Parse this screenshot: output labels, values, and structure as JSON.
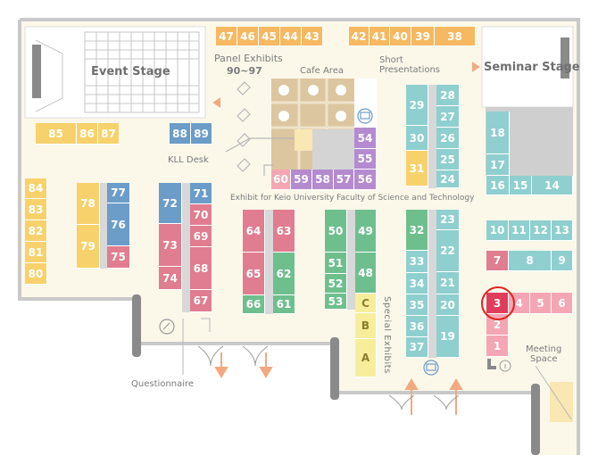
{
  "labels": {
    "event_stage": "Event Stage",
    "seminar_stage": "Seminar Stage",
    "panel_exhibits": "Panel Exhibits",
    "panel_range": "90~97",
    "cafe_area": "Cafe Area",
    "short_presentations_1": "Short",
    "short_presentations_2": "Presentations",
    "kll_desk": "KLL Desk",
    "faculty_exhibit": "Exhibit for Keio University Faculty of Science and Technology",
    "special_exhibits": "Special Exhibits",
    "questionnaire": "Questionnaire",
    "meeting_1": "Meeting",
    "meeting_2": "Space"
  },
  "highlighted_booth": "3",
  "colors": {
    "yellow": "#f7d26c",
    "orange": "#f6b860",
    "blue": "#6c9cc8",
    "pink": "#e07d90",
    "teal": "#8fcfcf",
    "green": "#6fbf8e",
    "purple": "#b58bcf",
    "pale_yellow": "#f7ee9b",
    "light_pink": "#f5a6b4",
    "red": "#e03d5c",
    "floor": "#fbf8ea",
    "wall": "#c9c9c9"
  },
  "icons": [
    "table-icon",
    "presentation-icon",
    "info-icon",
    "entrance-arrow-icon",
    "questionnaire-icon"
  ],
  "booths": [
    {
      "id": "47",
      "color": "orange",
      "area": [
        242,
        30,
        24,
        22
      ]
    },
    {
      "id": "46",
      "color": "orange",
      "area": [
        266,
        30,
        24,
        22
      ]
    },
    {
      "id": "45",
      "color": "orange",
      "area": [
        290,
        30,
        24,
        22
      ]
    },
    {
      "id": "44",
      "color": "orange",
      "area": [
        314,
        30,
        24,
        22
      ]
    },
    {
      "id": "43",
      "color": "orange",
      "area": [
        338,
        30,
        24,
        22
      ]
    },
    {
      "id": "42",
      "color": "orange",
      "area": [
        391,
        30,
        23,
        22
      ]
    },
    {
      "id": "41",
      "color": "orange",
      "area": [
        414,
        30,
        23,
        22
      ]
    },
    {
      "id": "40",
      "color": "orange",
      "area": [
        437,
        30,
        24,
        22
      ]
    },
    {
      "id": "39",
      "color": "orange",
      "area": [
        461,
        30,
        26,
        22
      ]
    },
    {
      "id": "38",
      "color": "orange",
      "area": [
        487,
        30,
        46,
        22
      ]
    },
    {
      "id": "85",
      "color": "yellow",
      "area": [
        40,
        138,
        46,
        24
      ]
    },
    {
      "id": "86",
      "color": "yellow",
      "area": [
        86,
        138,
        24,
        24
      ]
    },
    {
      "id": "87",
      "color": "yellow",
      "area": [
        110,
        138,
        24,
        24
      ]
    },
    {
      "id": "88",
      "color": "blue",
      "area": [
        190,
        138,
        24,
        24
      ]
    },
    {
      "id": "89",
      "color": "blue",
      "area": [
        214,
        138,
        24,
        24
      ]
    },
    {
      "id": "84",
      "color": "yellow",
      "area": [
        28,
        200,
        25,
        23
      ]
    },
    {
      "id": "83",
      "color": "yellow",
      "area": [
        28,
        223,
        25,
        24
      ]
    },
    {
      "id": "82",
      "color": "yellow",
      "area": [
        28,
        247,
        25,
        24
      ]
    },
    {
      "id": "81",
      "color": "yellow",
      "area": [
        28,
        271,
        25,
        24
      ]
    },
    {
      "id": "80",
      "color": "yellow",
      "area": [
        28,
        295,
        25,
        24
      ]
    },
    {
      "id": "78",
      "color": "yellow",
      "area": [
        86,
        205,
        26,
        47
      ]
    },
    {
      "id": "79",
      "color": "yellow",
      "area": [
        86,
        252,
        26,
        49
      ]
    },
    {
      "id": "77",
      "color": "blue",
      "area": [
        120,
        205,
        26,
        23
      ]
    },
    {
      "id": "76",
      "color": "blue",
      "area": [
        120,
        228,
        26,
        48
      ]
    },
    {
      "id": "75",
      "color": "pink",
      "area": [
        120,
        276,
        26,
        25
      ]
    },
    {
      "id": "72",
      "color": "blue",
      "area": [
        178,
        205,
        26,
        46
      ]
    },
    {
      "id": "73",
      "color": "pink",
      "area": [
        178,
        251,
        26,
        48
      ]
    },
    {
      "id": "74",
      "color": "pink",
      "area": [
        178,
        299,
        26,
        26
      ]
    },
    {
      "id": "71",
      "color": "blue",
      "area": [
        213,
        205,
        25,
        24
      ]
    },
    {
      "id": "70",
      "color": "pink",
      "area": [
        213,
        229,
        25,
        24
      ]
    },
    {
      "id": "69",
      "color": "pink",
      "area": [
        213,
        253,
        25,
        24
      ]
    },
    {
      "id": "68",
      "color": "pink",
      "area": [
        213,
        277,
        25,
        48
      ]
    },
    {
      "id": "67",
      "color": "pink",
      "area": [
        213,
        325,
        25,
        25
      ]
    },
    {
      "id": "64",
      "color": "pink",
      "area": [
        272,
        235,
        25,
        48
      ]
    },
    {
      "id": "65",
      "color": "pink",
      "area": [
        272,
        283,
        25,
        48
      ]
    },
    {
      "id": "66",
      "color": "green",
      "area": [
        272,
        331,
        25,
        21
      ]
    },
    {
      "id": "63",
      "color": "pink",
      "area": [
        306,
        235,
        25,
        48
      ]
    },
    {
      "id": "62",
      "color": "green",
      "area": [
        306,
        283,
        25,
        48
      ]
    },
    {
      "id": "61",
      "color": "green",
      "area": [
        306,
        331,
        25,
        21
      ]
    },
    {
      "id": "50",
      "color": "green",
      "area": [
        364,
        235,
        25,
        48
      ]
    },
    {
      "id": "51",
      "color": "green",
      "area": [
        364,
        283,
        25,
        24
      ]
    },
    {
      "id": "52",
      "color": "green",
      "area": [
        364,
        307,
        25,
        22
      ]
    },
    {
      "id": "53",
      "color": "green",
      "area": [
        364,
        329,
        25,
        18
      ]
    },
    {
      "id": "49",
      "color": "green",
      "area": [
        398,
        235,
        24,
        48
      ]
    },
    {
      "id": "48",
      "color": "green",
      "area": [
        398,
        283,
        24,
        46
      ]
    },
    {
      "id": "C",
      "color": "pale_yellow",
      "area": [
        398,
        329,
        24,
        22
      ],
      "letter": true
    },
    {
      "id": "B",
      "color": "pale_yellow",
      "area": [
        398,
        351,
        24,
        29
      ],
      "letter": true
    },
    {
      "id": "A",
      "color": "pale_yellow",
      "area": [
        398,
        380,
        24,
        43
      ],
      "letter": true
    },
    {
      "id": "60",
      "color": "light_pink",
      "area": [
        304,
        190,
        22,
        23
      ]
    },
    {
      "id": "59",
      "color": "purple",
      "area": [
        326,
        190,
        24,
        23
      ]
    },
    {
      "id": "58",
      "color": "purple",
      "area": [
        350,
        190,
        24,
        23
      ]
    },
    {
      "id": "57",
      "color": "purple",
      "area": [
        374,
        190,
        23,
        23
      ]
    },
    {
      "id": "56",
      "color": "purple",
      "area": [
        397,
        190,
        25,
        23
      ]
    },
    {
      "id": "54",
      "color": "purple",
      "area": [
        397,
        143,
        25,
        24
      ]
    },
    {
      "id": "55",
      "color": "purple",
      "area": [
        397,
        167,
        25,
        23
      ]
    },
    {
      "id": "29",
      "color": "teal",
      "area": [
        455,
        95,
        25,
        46
      ]
    },
    {
      "id": "30",
      "color": "teal",
      "area": [
        455,
        141,
        25,
        28
      ]
    },
    {
      "id": "31",
      "color": "yellow",
      "area": [
        455,
        169,
        25,
        40
      ]
    },
    {
      "id": "28",
      "color": "teal",
      "area": [
        489,
        95,
        26,
        24
      ]
    },
    {
      "id": "27",
      "color": "teal",
      "area": [
        489,
        119,
        26,
        24
      ]
    },
    {
      "id": "26",
      "color": "teal",
      "area": [
        489,
        143,
        26,
        24
      ]
    },
    {
      "id": "25",
      "color": "teal",
      "area": [
        489,
        167,
        26,
        24
      ]
    },
    {
      "id": "24",
      "color": "teal",
      "area": [
        489,
        191,
        26,
        20
      ]
    },
    {
      "id": "32",
      "color": "green",
      "area": [
        455,
        235,
        25,
        46
      ]
    },
    {
      "id": "33",
      "color": "teal",
      "area": [
        455,
        281,
        25,
        25
      ]
    },
    {
      "id": "34",
      "color": "teal",
      "area": [
        455,
        306,
        25,
        24
      ]
    },
    {
      "id": "35",
      "color": "teal",
      "area": [
        455,
        330,
        25,
        24
      ]
    },
    {
      "id": "36",
      "color": "teal",
      "area": [
        455,
        354,
        25,
        24
      ]
    },
    {
      "id": "37",
      "color": "teal",
      "area": [
        455,
        378,
        25,
        23
      ]
    },
    {
      "id": "23",
      "color": "teal",
      "area": [
        489,
        235,
        26,
        23
      ]
    },
    {
      "id": "22",
      "color": "teal",
      "area": [
        489,
        258,
        26,
        47
      ]
    },
    {
      "id": "21",
      "color": "teal",
      "area": [
        489,
        305,
        26,
        25
      ]
    },
    {
      "id": "20",
      "color": "teal",
      "area": [
        489,
        330,
        26,
        24
      ]
    },
    {
      "id": "19",
      "color": "teal",
      "area": [
        489,
        354,
        26,
        47
      ]
    },
    {
      "id": "18",
      "color": "teal",
      "area": [
        545,
        125,
        26,
        48
      ]
    },
    {
      "id": "17",
      "color": "teal",
      "area": [
        545,
        173,
        26,
        24
      ]
    },
    {
      "id": "16",
      "color": "teal",
      "area": [
        545,
        197,
        26,
        22
      ]
    },
    {
      "id": "15",
      "color": "teal",
      "area": [
        571,
        197,
        25,
        22
      ]
    },
    {
      "id": "14",
      "color": "teal",
      "area": [
        596,
        197,
        46,
        22
      ]
    },
    {
      "id": "10",
      "color": "teal",
      "area": [
        545,
        247,
        25,
        23
      ]
    },
    {
      "id": "11",
      "color": "teal",
      "area": [
        570,
        247,
        24,
        23
      ]
    },
    {
      "id": "12",
      "color": "teal",
      "area": [
        594,
        247,
        24,
        23
      ]
    },
    {
      "id": "13",
      "color": "teal",
      "area": [
        618,
        247,
        24,
        23
      ]
    },
    {
      "id": "7",
      "color": "pink",
      "area": [
        545,
        281,
        25,
        23
      ]
    },
    {
      "id": "8",
      "color": "teal",
      "area": [
        570,
        281,
        48,
        23
      ]
    },
    {
      "id": "9",
      "color": "teal",
      "area": [
        618,
        281,
        24,
        23
      ]
    },
    {
      "id": "3",
      "color": "red",
      "area": [
        545,
        328,
        25,
        24
      ]
    },
    {
      "id": "4",
      "color": "light_pink",
      "area": [
        570,
        328,
        24,
        24
      ]
    },
    {
      "id": "5",
      "color": "light_pink",
      "area": [
        594,
        328,
        24,
        24
      ]
    },
    {
      "id": "6",
      "color": "light_pink",
      "area": [
        618,
        328,
        24,
        24
      ]
    },
    {
      "id": "2",
      "color": "light_pink",
      "area": [
        545,
        352,
        25,
        24
      ]
    },
    {
      "id": "1",
      "color": "light_pink",
      "area": [
        545,
        376,
        25,
        24
      ]
    }
  ]
}
